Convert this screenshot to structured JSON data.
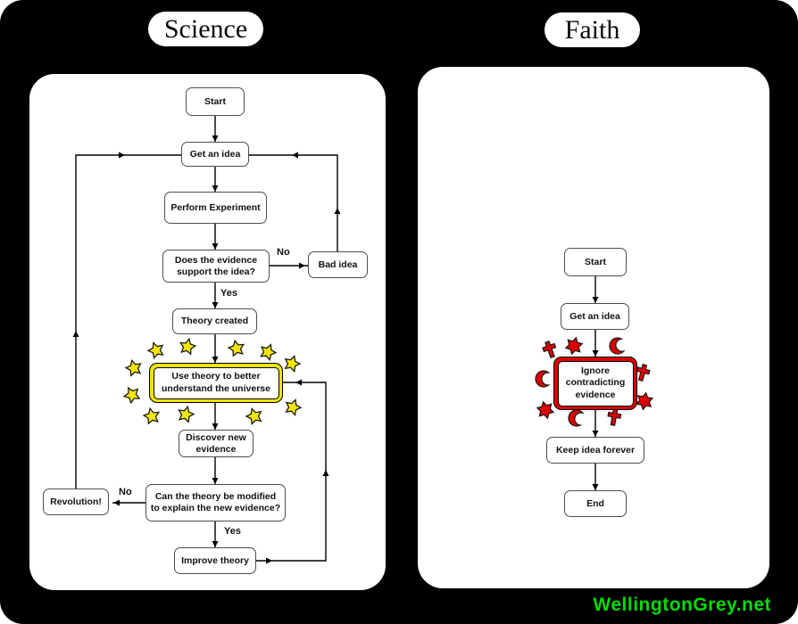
{
  "page": {
    "site_credit": "WellingtonGrey.net"
  },
  "colors": {
    "background": "#000000",
    "panel": "#ffffff",
    "science_highlight": "#efe30a",
    "faith_highlight": "#dd0000",
    "credit_green": "#00dc00"
  },
  "icons": {
    "science_decoration": "star-icon",
    "faith_decoration": [
      "cross-icon",
      "star-of-david-icon",
      "crescent-icon"
    ]
  },
  "panels": {
    "science": {
      "title": "Science",
      "nodes": {
        "start": "Start",
        "get_idea": "Get an idea",
        "experiment": "Perform Experiment",
        "evidence_q": "Does the evidence\nsupport the idea?",
        "bad_idea": "Bad idea",
        "theory": "Theory created",
        "use_theory": "Use theory to better\nunderstand the universe",
        "discover": "Discover new\nevidence",
        "modify_q": "Can the theory be modified\nto explain the new evidence?",
        "revolution": "Revolution!",
        "improve": "Improve theory"
      },
      "labels": {
        "no_support": "No",
        "yes_support": "Yes",
        "no_modify": "No",
        "yes_modify": "Yes"
      }
    },
    "faith": {
      "title": "Faith",
      "nodes": {
        "start": "Start",
        "get_idea": "Get an idea",
        "ignore": "Ignore\ncontradicting\nevidence",
        "keep": "Keep idea forever",
        "end": "End"
      }
    }
  }
}
